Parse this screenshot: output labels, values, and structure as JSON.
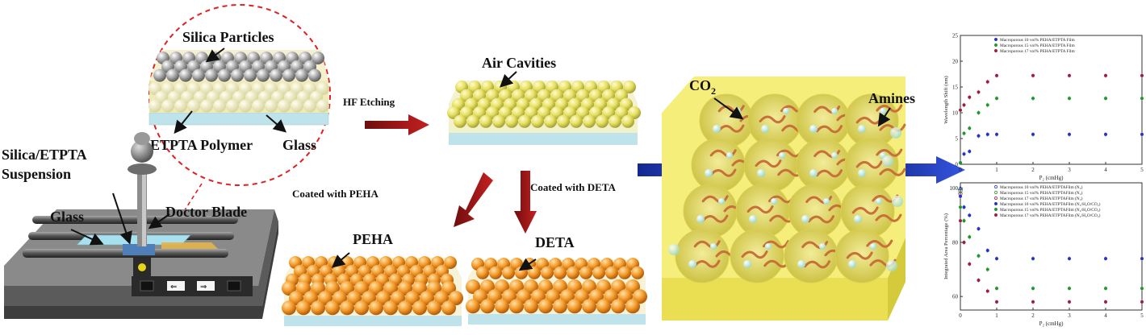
{
  "labels": {
    "silica_particles": "Silica Particles",
    "etpta_polymer": "ETPTA Polymer",
    "glass_inset": "Glass",
    "silica_etpta_line1": "Silica/ETPTA",
    "silica_etpta_line2": "Suspension",
    "glass_left": "Glass",
    "doctor_blade": "Doctor Blade",
    "hf_etching": "HF Etching",
    "air_cavities": "Air Cavities",
    "coated_peha": "Coated with PEHA",
    "coated_deta": "Coated with DETA",
    "peha": "PEHA",
    "deta": "DETA",
    "co2_main": "CO",
    "co2_sub": "2",
    "amines": "Amines"
  },
  "colors": {
    "silica": "#9a9a9a",
    "polymer": "#efe9b0",
    "glass": "#bfe3ea",
    "air": "#e3e06a",
    "orange": "#f39a2a",
    "red_arrow": "#a01c1c",
    "blue_arrow": "#1f3fbf",
    "block": "#f4ec72"
  },
  "chart_data": [
    {
      "type": "scatter",
      "xlabel": "P₂ (cmHg)",
      "ylabel": "Wavelength Shift (nm)",
      "xlim": [
        0,
        5
      ],
      "ylim": [
        0,
        25
      ],
      "x_ticks": [
        "0",
        "1",
        "2",
        "3",
        "4",
        "5"
      ],
      "y_ticks": [
        "0",
        "5",
        "10",
        "15",
        "20",
        "25"
      ],
      "legend": "top-right",
      "series": [
        {
          "name": "Macroporous 10 vol% PEHA/ETPTA Film",
          "color": "#2233cc",
          "x": [
            0,
            0.1,
            0.25,
            0.5,
            0.75,
            1,
            2,
            3,
            4,
            5
          ],
          "y": [
            0.3,
            2,
            2.5,
            5.5,
            5.8,
            5.8,
            5.8,
            5.8,
            5.8,
            5.8
          ]
        },
        {
          "name": "Macroporous 15 vol% PEHA/ETPTA Film",
          "color": "#1f9a2a",
          "x": [
            0,
            0.1,
            0.25,
            0.5,
            0.75,
            1,
            2,
            3,
            4,
            5
          ],
          "y": [
            0.3,
            6,
            7,
            10,
            11.5,
            12.8,
            12.8,
            12.8,
            12.8,
            12.8
          ]
        },
        {
          "name": "Macroporous 17 vol% PEHA/ETPTA Film",
          "color": "#a01c3c",
          "x": [
            0,
            0.1,
            0.25,
            0.5,
            0.75,
            1,
            2,
            3,
            4,
            5
          ],
          "y": [
            10.5,
            11.5,
            13,
            14,
            16,
            17.2,
            17.2,
            17.2,
            17.2,
            17.2
          ]
        }
      ]
    },
    {
      "type": "scatter",
      "xlabel": "P₂ (cmHg)",
      "ylabel": "Integrated Area Percentage (%)",
      "xlim": [
        0,
        5
      ],
      "ylim": [
        55,
        102
      ],
      "x_ticks": [
        "0",
        "1",
        "2",
        "3",
        "4",
        "5"
      ],
      "y_ticks": [
        "60",
        "80",
        "100"
      ],
      "legend": "top-right",
      "series": [
        {
          "name": "Macroporous 10 vol% PEHA/ETPTAFilm (N₂)",
          "color": "#2233cc",
          "marker": "open-triangle",
          "x": [
            0
          ],
          "y": [
            100
          ]
        },
        {
          "name": "Macroporous 15 vol% PEHA/ETPTAFilm (N₂)",
          "color": "#1f9a2a",
          "marker": "open-diamond",
          "x": [
            0
          ],
          "y": [
            99
          ]
        },
        {
          "name": "Macroporous 17 vol% PEHA/ETPTAFilm (N₂)",
          "color": "#a01c3c",
          "marker": "open-circle",
          "x": [
            0
          ],
          "y": [
            98
          ]
        },
        {
          "name": "Macroporous 10 vol% PEHA/ETPTAFilm (N₂/H₂O/CO₂)",
          "color": "#2233cc",
          "x": [
            0,
            0.1,
            0.25,
            0.5,
            0.75,
            1,
            2,
            3,
            4,
            5
          ],
          "y": [
            97,
            93,
            90,
            85,
            77,
            74,
            74,
            74,
            74,
            74
          ]
        },
        {
          "name": "Macroporous 15 vol% PEHA/ETPTAFilm (N₂/H₂O/CO₂)",
          "color": "#1f9a2a",
          "x": [
            0,
            0.1,
            0.25,
            0.5,
            0.75,
            1,
            2,
            3,
            4,
            5
          ],
          "y": [
            93,
            88,
            82,
            75,
            70,
            63,
            63,
            63,
            63,
            63
          ]
        },
        {
          "name": "Macroporous 17 vol% PEHA/ETPTAFilm (N₂/H₂O/CO₂)",
          "color": "#a01c3c",
          "x": [
            0,
            0.1,
            0.25,
            0.5,
            0.75,
            1,
            2,
            3,
            4,
            5
          ],
          "y": [
            88,
            80,
            72,
            66,
            62,
            58,
            58,
            58,
            58,
            58
          ]
        }
      ]
    }
  ]
}
